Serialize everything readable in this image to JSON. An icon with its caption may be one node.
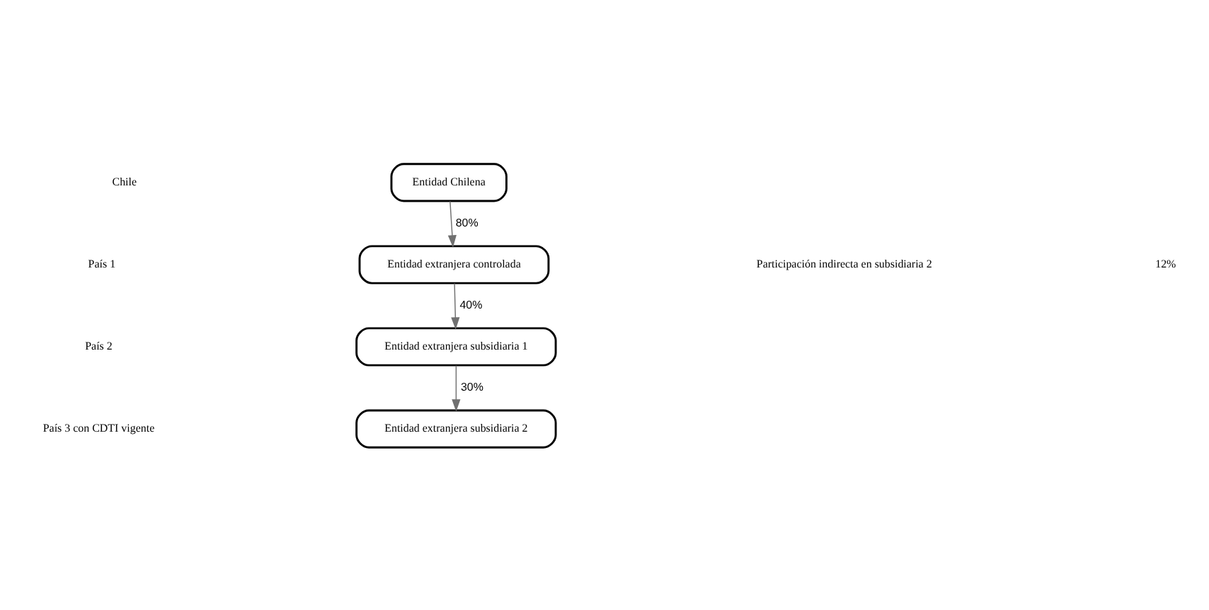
{
  "diagram": {
    "nodes": [
      {
        "text": [
          "Entidad Chilena"
        ]
      },
      {
        "text": [
          "Entidad extranjera controlada"
        ]
      },
      {
        "text": [
          "Entidad extranjera subsidiaria 1"
        ]
      },
      {
        "text": [
          "Entidad extranjera subsidiaria 2"
        ]
      }
    ],
    "edges": [
      {
        "from": 0,
        "to": 1,
        "arrow": "to",
        "label": "80%"
      },
      {
        "from": 1,
        "to": 2,
        "arrow": "to",
        "label": "40%"
      },
      {
        "from": 2,
        "to": 3,
        "arrow": "to",
        "label": "30%"
      }
    ],
    "labels": [
      "Chile",
      "País 1",
      "Participación indirecta en subsidiaria 2",
      "12%",
      "País 2",
      "País 3 con CDTI vigente"
    ]
  }
}
